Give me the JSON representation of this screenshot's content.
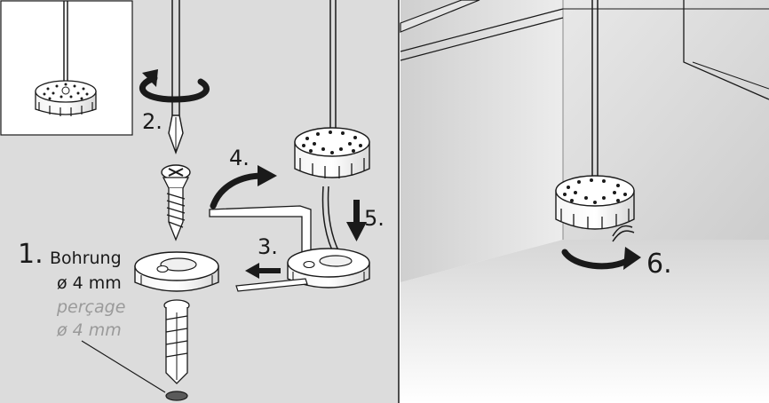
{
  "steps": {
    "s1": "1.",
    "s2": "2.",
    "s3": "3.",
    "s4": "4.",
    "s5": "5.",
    "s6": "6."
  },
  "drill": {
    "de_label": "Bohrung",
    "de_size": "ø 4 mm",
    "fr_label": "perçage",
    "fr_size": "ø 4 mm"
  },
  "colors": {
    "wall": "#dcdcdc",
    "line": "#1a1a1a",
    "fr_text": "#9a9a9a"
  }
}
